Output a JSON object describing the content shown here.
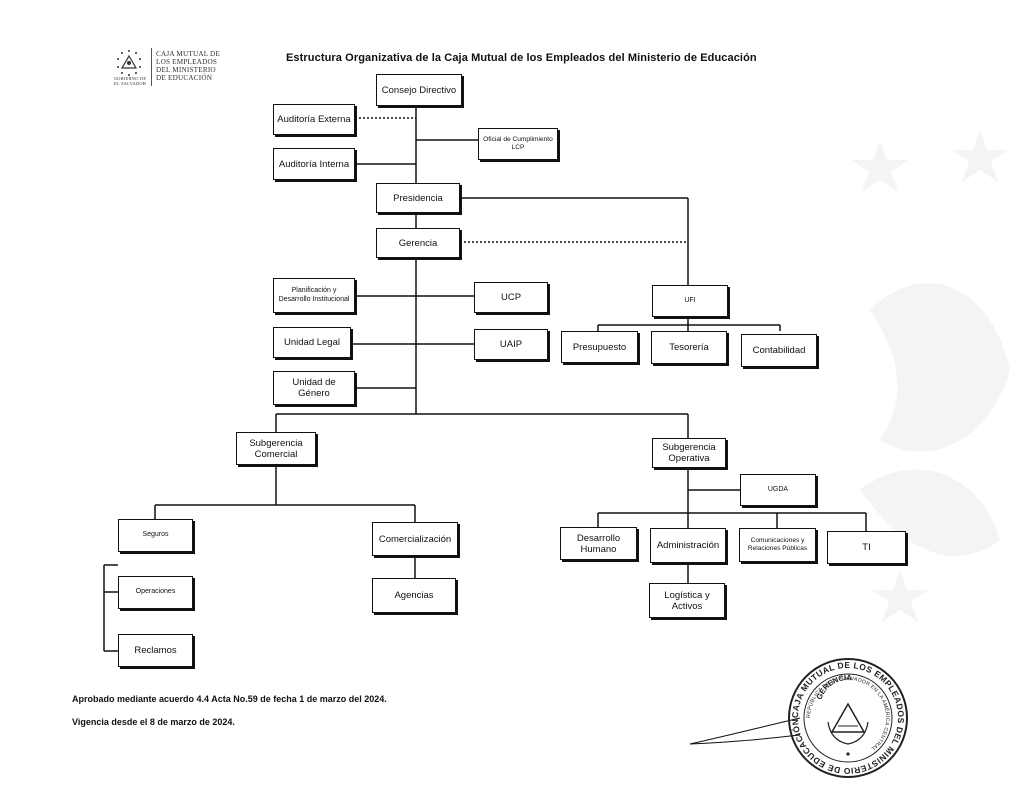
{
  "header": {
    "logo_org_lines": [
      "CAJA MUTUAL DE",
      "LOS EMPLEADOS",
      "DEL MINISTERIO",
      "DE EDUCACIÓN"
    ],
    "logo_gov_lines": [
      "GOBIERNO DE",
      "EL SALVADOR"
    ],
    "title": "Estructura Organizativa de la Caja Mutual de los Empleados del Ministerio de Educación"
  },
  "units": {
    "consejo": "Consejo Directivo",
    "auditoria_externa": "Auditoría Externa",
    "oficial": "Oficial de Cumplimiento LCP",
    "auditoria_interna": "Auditoría Interna",
    "presidencia": "Presidencia",
    "gerencia": "Gerencia",
    "planificacion": "Planificación y Desarrollo Institucional",
    "ucp": "UCP",
    "ufi": "UFI",
    "legal": "Unidad Legal",
    "uaip": "UAIP",
    "presupuesto": "Presupuesto",
    "tesoreria": "Tesorería",
    "contabilidad": "Contabilidad",
    "genero": "Unidad de Género",
    "sub_comercial": "Subgerencia Comercial",
    "sub_operativa": "Subgerencia Operativa",
    "ugda": "UGDA",
    "seguros": "Seguros",
    "comercializacion": "Comercialización",
    "operaciones": "Operaciones",
    "agencias": "Agencias",
    "reclamos": "Reclamos",
    "desarrollo_humano": "Desarrollo Humano",
    "administracion": "Administración",
    "comunicaciones": "Comunicaciones y Relaciones Públicas",
    "ti": "TI",
    "logistica": "Logística y Activos"
  },
  "footer": {
    "approval": "Aprobado mediante acuerdo 4.4 Acta No.59 de fecha 1 de marzo del 2024.",
    "validity": "Vigencia desde el 8 de marzo de  2024."
  },
  "stamp": {
    "outer_text": "CAJA MUTUAL DE LOS EMPLEADOS DEL MINISTERIO DE EDUCACIÓN",
    "inner_text": "GERENCIA",
    "ring_text": "REPÚBLICA DE EL SALVADOR EN LA AMÉRICA CENTRAL"
  }
}
